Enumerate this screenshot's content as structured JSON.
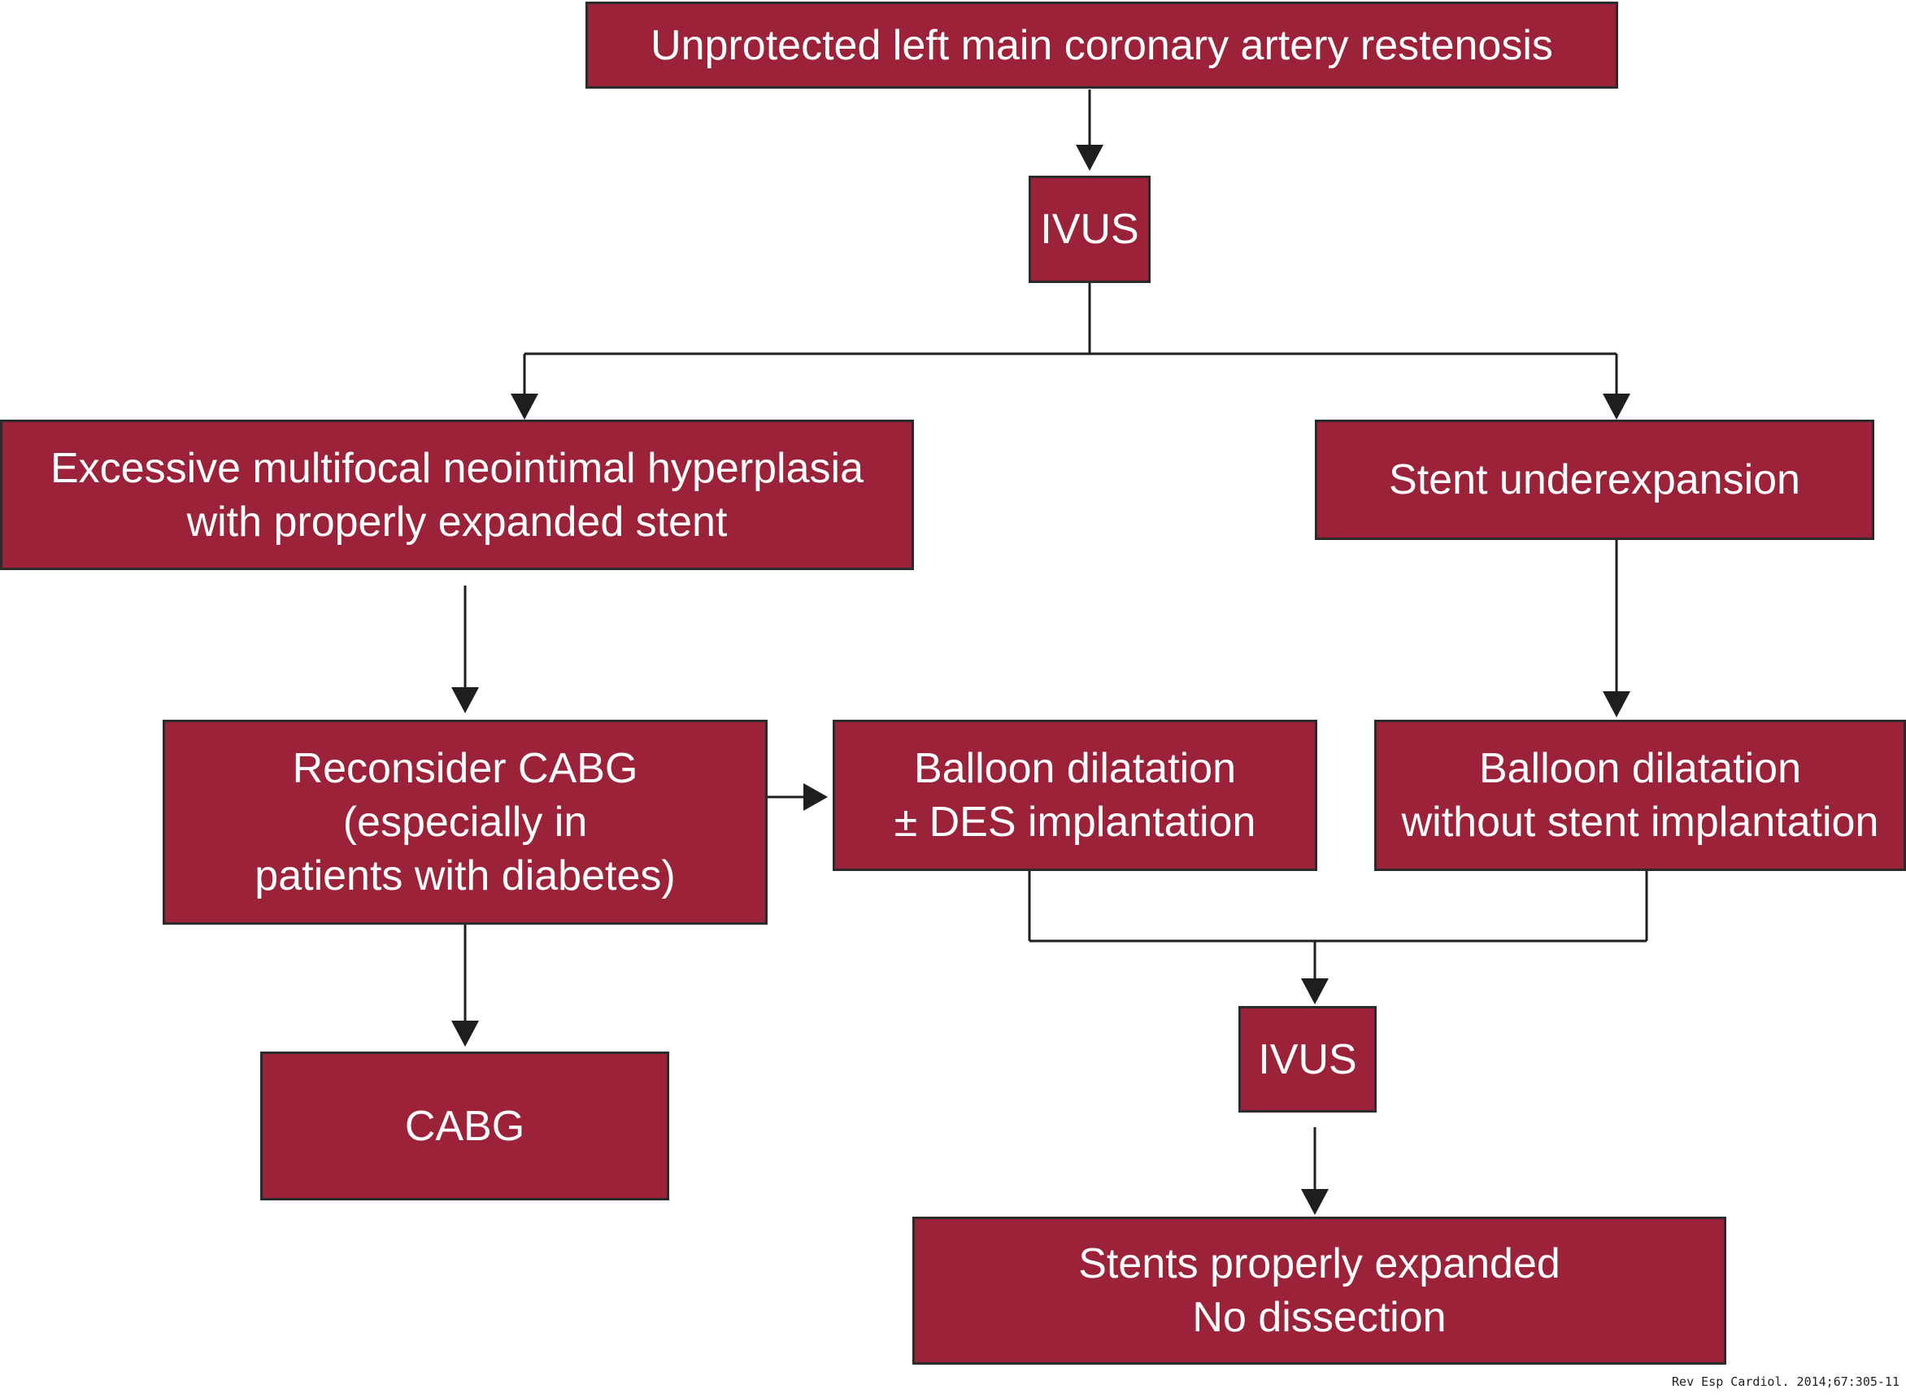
{
  "colors": {
    "box_fill": "#9b2238",
    "box_border": "#2b2b2b",
    "box_text": "#ffffff",
    "connector": "#1e1e1e"
  },
  "nodes": {
    "restenosis": {
      "lines": [
        "Unprotected left main coronary artery restenosis"
      ]
    },
    "ivus_1": {
      "lines": [
        "IVUS"
      ]
    },
    "hyperplasia": {
      "lines": [
        "Excessive multifocal neointimal hyperplasia",
        "with properly expanded stent"
      ]
    },
    "underexpansion": {
      "lines": [
        "Stent underexpansion"
      ]
    },
    "reconsider_cabg": {
      "lines": [
        "Reconsider CABG",
        "(especially in",
        "patients with diabetes)"
      ]
    },
    "balloon_des": {
      "lines": [
        "Balloon dilatation",
        "± DES implantation"
      ]
    },
    "balloon_no_stent": {
      "lines": [
        "Balloon dilatation",
        "without stent implantation"
      ]
    },
    "cabg": {
      "lines": [
        "CABG"
      ]
    },
    "ivus_2": {
      "lines": [
        "IVUS"
      ]
    },
    "stents_expanded": {
      "lines": [
        "Stents properly expanded",
        "No dissection"
      ]
    }
  },
  "edges": [
    {
      "from": "restenosis",
      "to": "ivus_1"
    },
    {
      "from": "ivus_1",
      "to": "hyperplasia"
    },
    {
      "from": "ivus_1",
      "to": "underexpansion"
    },
    {
      "from": "hyperplasia",
      "to": "reconsider_cabg"
    },
    {
      "from": "underexpansion",
      "to": "balloon_no_stent"
    },
    {
      "from": "reconsider_cabg",
      "to": "balloon_des"
    },
    {
      "from": "reconsider_cabg",
      "to": "cabg"
    },
    {
      "from": "balloon_des",
      "to": "ivus_2"
    },
    {
      "from": "balloon_no_stent",
      "to": "ivus_2"
    },
    {
      "from": "ivus_2",
      "to": "stents_expanded"
    }
  ],
  "source_note": "Rev Esp Cardiol. 2014;67:305-11"
}
